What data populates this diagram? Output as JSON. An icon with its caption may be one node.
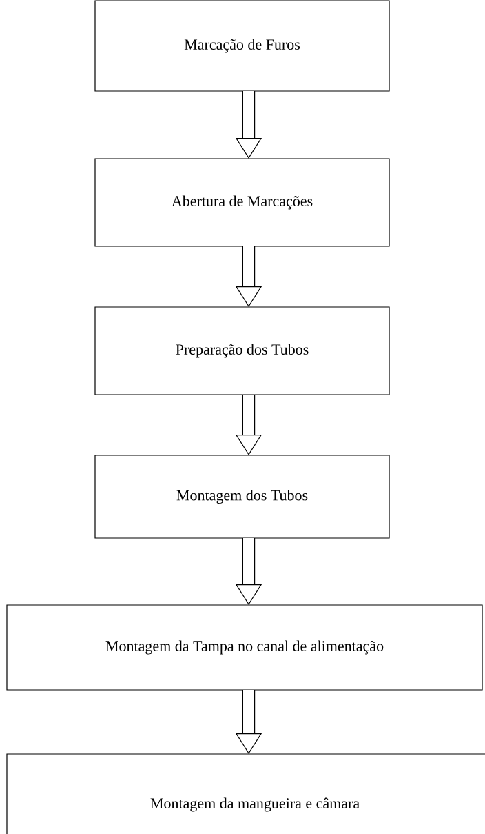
{
  "diagram": {
    "nodes": [
      {
        "text": [
          "Marcação de Furos"
        ]
      },
      {
        "text": [
          "Abertura de Marcações"
        ]
      },
      {
        "text": [
          "Preparação dos Tubos"
        ]
      },
      {
        "text": [
          "Montagem dos Tubos"
        ]
      },
      {
        "text": [
          "Montagem da Tampa no canal de alimentação"
        ]
      },
      {
        "text": [
          "Montagem da mangueira e câmara"
        ]
      }
    ],
    "edges": [
      {
        "from": 0,
        "to": 1,
        "arrow": "to"
      },
      {
        "from": 1,
        "to": 2,
        "arrow": "to"
      },
      {
        "from": 2,
        "to": 3,
        "arrow": "to"
      },
      {
        "from": 3,
        "to": 4,
        "arrow": "to"
      },
      {
        "from": 4,
        "to": 5,
        "arrow": "to"
      }
    ]
  }
}
